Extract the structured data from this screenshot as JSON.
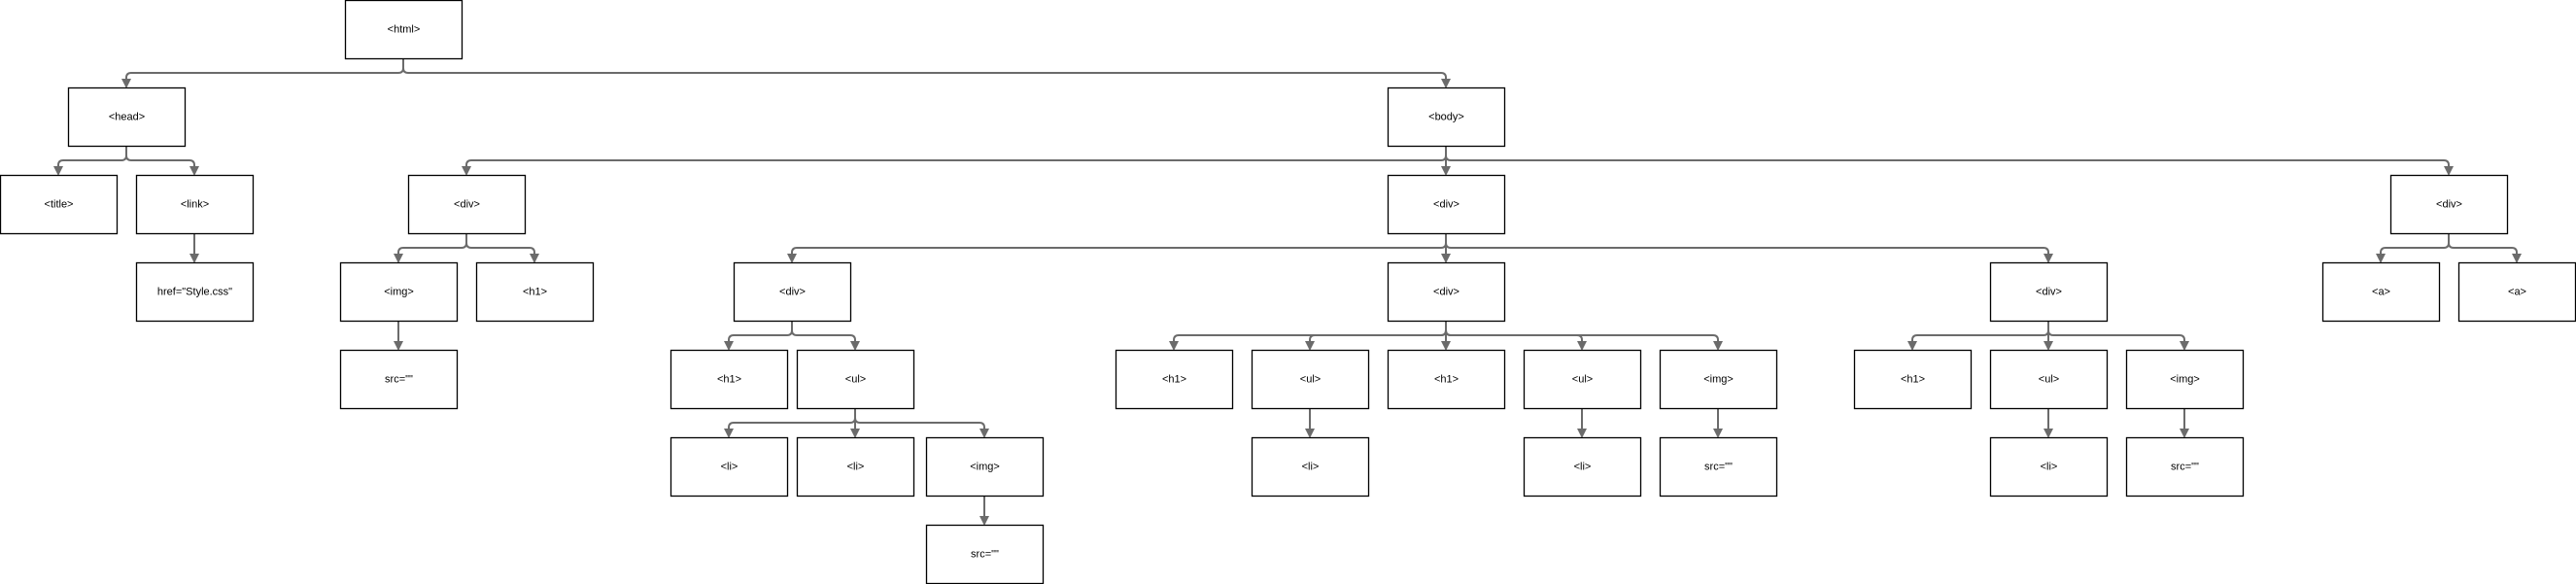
{
  "diagram": {
    "type": "tree",
    "nodes": [
      {
        "id": "html",
        "label": "<html>"
      },
      {
        "id": "head",
        "label": "<head>"
      },
      {
        "id": "body",
        "label": "<body>"
      },
      {
        "id": "title",
        "label": "<title>"
      },
      {
        "id": "link",
        "label": "<link>"
      },
      {
        "id": "href",
        "label": "href=\"Style.css\""
      },
      {
        "id": "div-a",
        "label": "<div>"
      },
      {
        "id": "div-b",
        "label": "<div>"
      },
      {
        "id": "div-c",
        "label": "<div>"
      },
      {
        "id": "img-a",
        "label": "<img>"
      },
      {
        "id": "h1-a",
        "label": "<h1>"
      },
      {
        "id": "src-a",
        "label": "src=\"\""
      },
      {
        "id": "div-b1",
        "label": "<div>"
      },
      {
        "id": "div-b2",
        "label": "<div>"
      },
      {
        "id": "div-b3",
        "label": "<div>"
      },
      {
        "id": "a-1",
        "label": "<a>"
      },
      {
        "id": "a-2",
        "label": "<a>"
      },
      {
        "id": "h1-b1",
        "label": "<h1>"
      },
      {
        "id": "ul-b1",
        "label": "<ul>"
      },
      {
        "id": "li-b1a",
        "label": "<li>"
      },
      {
        "id": "li-b1b",
        "label": "<li>"
      },
      {
        "id": "img-b1",
        "label": "<img>"
      },
      {
        "id": "src-b1",
        "label": "src=\"\""
      },
      {
        "id": "h1-b2a",
        "label": "<h1>"
      },
      {
        "id": "ul-b2a",
        "label": "<ul>"
      },
      {
        "id": "h1-b2b",
        "label": "<h1>"
      },
      {
        "id": "ul-b2b",
        "label": "<ul>"
      },
      {
        "id": "img-b2",
        "label": "<img>"
      },
      {
        "id": "li-b2a",
        "label": "<li>"
      },
      {
        "id": "li-b2b",
        "label": "<li>"
      },
      {
        "id": "src-b2",
        "label": "src=\"\""
      },
      {
        "id": "h1-b3",
        "label": "<h1>"
      },
      {
        "id": "ul-b3",
        "label": "<ul>"
      },
      {
        "id": "img-b3",
        "label": "<img>"
      },
      {
        "id": "li-b3",
        "label": "<li>"
      },
      {
        "id": "src-b3",
        "label": "src=\"\""
      }
    ],
    "edges": [
      [
        "html",
        "head"
      ],
      [
        "html",
        "body"
      ],
      [
        "head",
        "title"
      ],
      [
        "head",
        "link"
      ],
      [
        "link",
        "href"
      ],
      [
        "body",
        "div-a"
      ],
      [
        "body",
        "div-b"
      ],
      [
        "body",
        "div-c"
      ],
      [
        "div-a",
        "img-a"
      ],
      [
        "div-a",
        "h1-a"
      ],
      [
        "img-a",
        "src-a"
      ],
      [
        "div-b",
        "div-b1"
      ],
      [
        "div-b",
        "div-b2"
      ],
      [
        "div-b",
        "div-b3"
      ],
      [
        "div-c",
        "a-1"
      ],
      [
        "div-c",
        "a-2"
      ],
      [
        "div-b1",
        "h1-b1"
      ],
      [
        "div-b1",
        "ul-b1"
      ],
      [
        "ul-b1",
        "li-b1a"
      ],
      [
        "ul-b1",
        "li-b1b"
      ],
      [
        "ul-b1",
        "img-b1"
      ],
      [
        "img-b1",
        "src-b1"
      ],
      [
        "div-b2",
        "h1-b2a"
      ],
      [
        "div-b2",
        "ul-b2a"
      ],
      [
        "div-b2",
        "h1-b2b"
      ],
      [
        "div-b2",
        "ul-b2b"
      ],
      [
        "div-b2",
        "img-b2"
      ],
      [
        "ul-b2a",
        "li-b2a"
      ],
      [
        "ul-b2b",
        "li-b2b"
      ],
      [
        "img-b2",
        "src-b2"
      ],
      [
        "div-b3",
        "h1-b3"
      ],
      [
        "div-b3",
        "ul-b3"
      ],
      [
        "div-b3",
        "img-b3"
      ],
      [
        "ul-b3",
        "li-b3"
      ],
      [
        "img-b3",
        "src-b3"
      ]
    ]
  },
  "colors": {
    "node_border": "#000000",
    "edge": "#6b6b6b",
    "background": "#ffffff"
  }
}
